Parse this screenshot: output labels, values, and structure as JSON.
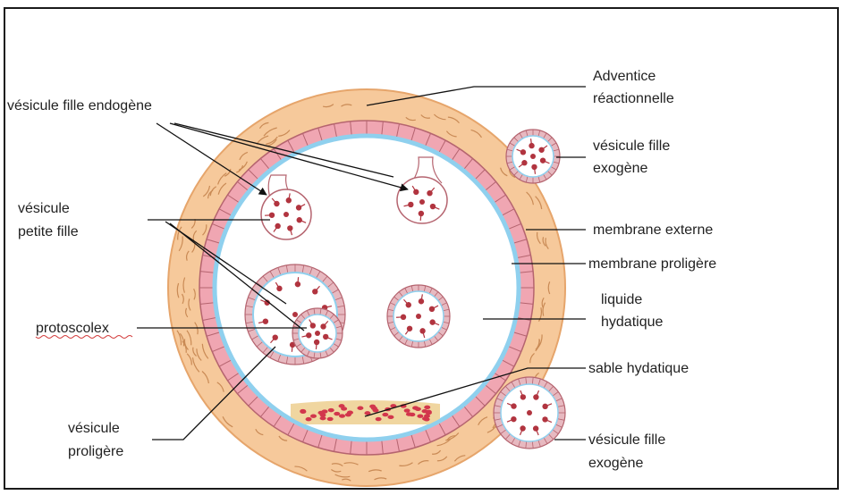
{
  "colors": {
    "adventice": "#f6c99b",
    "adventice_edge": "#e6a56b",
    "wave": "#c98a55",
    "ring": "#f0a6b2",
    "ring_line": "#b5646f",
    "blue": "#8fd0ee",
    "vesicle_ring": "#e7b9c0",
    "scolex": "#b1343f",
    "sand": "#f0d6a0",
    "sand_dot": "#d2364c",
    "leader": "#111111"
  },
  "labels": {
    "adventice_line1": "Adventice",
    "adventice_line2": "réactionnelle",
    "endogene": "vésicule fille endogène",
    "exogene_top_line1": "vésicule fille",
    "exogene_top_line2": "exogène",
    "petite_line1": "vésicule",
    "petite_line2": "petite fille",
    "membrane_externe": "membrane externe",
    "membrane_proligere": "membrane proligère",
    "liquide_line1": "liquide",
    "liquide_line2": "hydatique",
    "protoscolex": "protoscolex",
    "sable": "sable hydatique",
    "proligere_line1": "vésicule",
    "proligere_line2": "proligère",
    "exogene_bottom_line1": "vésicule fille",
    "exogene_bottom_line2": "exogène"
  }
}
